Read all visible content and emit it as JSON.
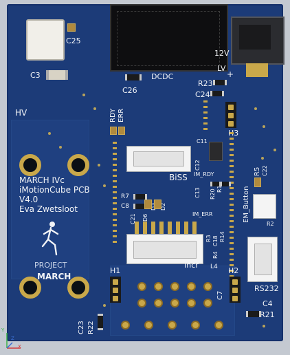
{
  "board": {
    "title_lines": [
      "MARCH IVc",
      "iMotionCube PCB",
      "V4.0",
      "Eva Zwetsloot"
    ],
    "logo_text_1": "PROJECT",
    "logo_text_2": "MARCH"
  },
  "labels": {
    "c25": "C25",
    "c3": "C3",
    "hv": "HV",
    "dcdc": "DCDC",
    "c26": "C26",
    "v12": "12V",
    "lv": "LV",
    "plus": "+",
    "r23": "R23",
    "c24": "C24",
    "h3": "H3",
    "rdy": "RDY",
    "err": "ERR",
    "c11": "C11",
    "c12": "C12",
    "biss": "BiSS",
    "im_rdy": "IM_RDY",
    "r5": "R5",
    "c22": "C22",
    "c13": "C13",
    "r20": "R20",
    "r19": "R19",
    "r7": "R7",
    "c8": "C8",
    "d3": "D3",
    "d2": "D2",
    "c21": "C21",
    "d6": "D6",
    "im_err": "IM_ERR",
    "em_button": "EM_Button",
    "r2": "R2",
    "r3": "R3",
    "c18": "C18",
    "r14": "R14",
    "r4": "R4",
    "incr": "Incr",
    "l4": "L4",
    "h1": "H1",
    "h2": "H2",
    "c7": "C7",
    "rs232": "RS232",
    "c4": "C4",
    "r21": "R21",
    "c23": "C23",
    "r22": "R22",
    "axis_x": "X",
    "axis_y": "Y",
    "axis_z": "Z"
  }
}
